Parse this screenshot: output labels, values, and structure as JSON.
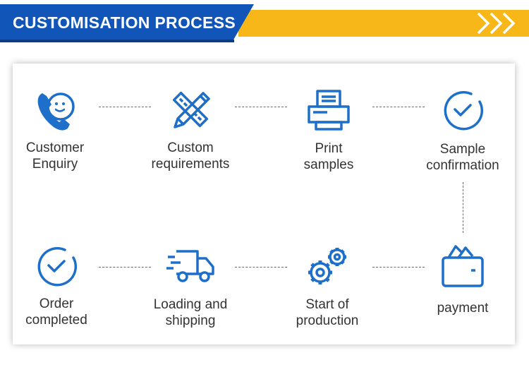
{
  "header": {
    "title": "CUSTOMISATION PROCESS",
    "colors": {
      "blue": "#1155b8",
      "yellow": "#f8b718"
    },
    "arrows_icon": "triple-chevron-right-icon"
  },
  "steps": [
    {
      "icon": "phone-chat-icon",
      "line1": "Customer",
      "line2": "Enquiry"
    },
    {
      "icon": "pencil-ruler-icon",
      "line1": "Custom",
      "line2": "requirements"
    },
    {
      "icon": "printer-icon",
      "line1": "Print",
      "line2": "samples"
    },
    {
      "icon": "check-circle-icon",
      "line1": "Sample",
      "line2": "confirmation"
    },
    {
      "icon": "wallet-icon",
      "line1": "payment",
      "line2": ""
    },
    {
      "icon": "gears-icon",
      "line1": "Start of",
      "line2": "production"
    },
    {
      "icon": "delivery-truck-icon",
      "line1": "Loading and",
      "line2": "shipping"
    },
    {
      "icon": "check-circle-icon",
      "line1": "Order",
      "line2": "completed"
    }
  ]
}
